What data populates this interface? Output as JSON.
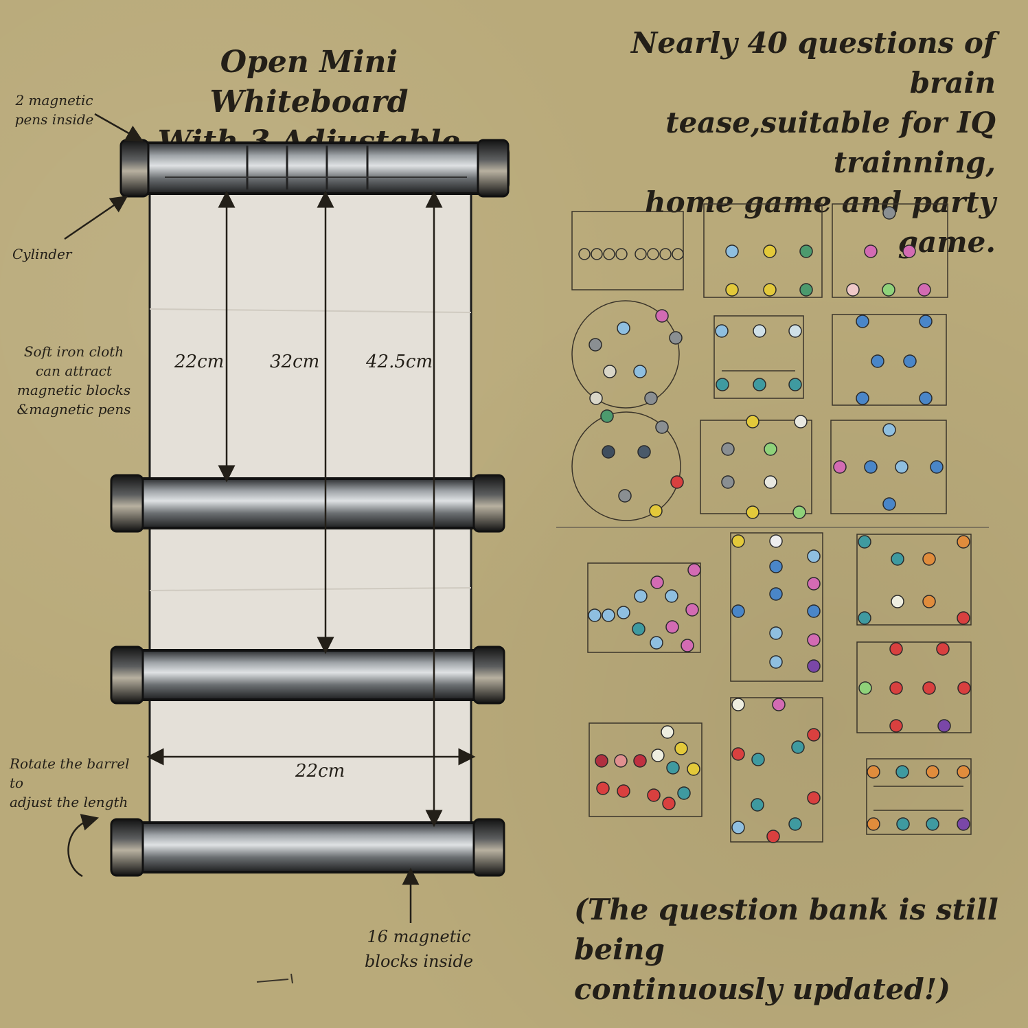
{
  "title": {
    "line1": "Open Mini Whiteboard",
    "line2": "With 3 Adjustable length"
  },
  "headline": {
    "line1": "Nearly 40 questions of brain",
    "line2": "tease,suitable for IQ trainning,",
    "line3": "home game and party game."
  },
  "callouts": {
    "pens": {
      "line1": "2 magnetic",
      "line2": "pens inside"
    },
    "cylinder": "Cylinder",
    "cloth": {
      "line1": "Soft iron cloth",
      "line2": "can attract",
      "line3": "magnetic blocks",
      "line4": "&magnetic pens"
    },
    "rotate": {
      "line1": "Rotate the barrel to",
      "line2": "adjust the length"
    },
    "blocks": {
      "line1": "16 magnetic",
      "line2": "blocks inside"
    }
  },
  "dimensions": {
    "length1": "22cm",
    "length2": "32cm",
    "length3": "42.5cm",
    "width": "22cm"
  },
  "footnote": {
    "line1": "(The question bank is still being",
    "line2": "continuously updated!)"
  },
  "colors": {
    "background": "#b9aa7a",
    "cloth": "#e4e0d8",
    "text": "#231f18",
    "metal": "#5b5e61"
  }
}
